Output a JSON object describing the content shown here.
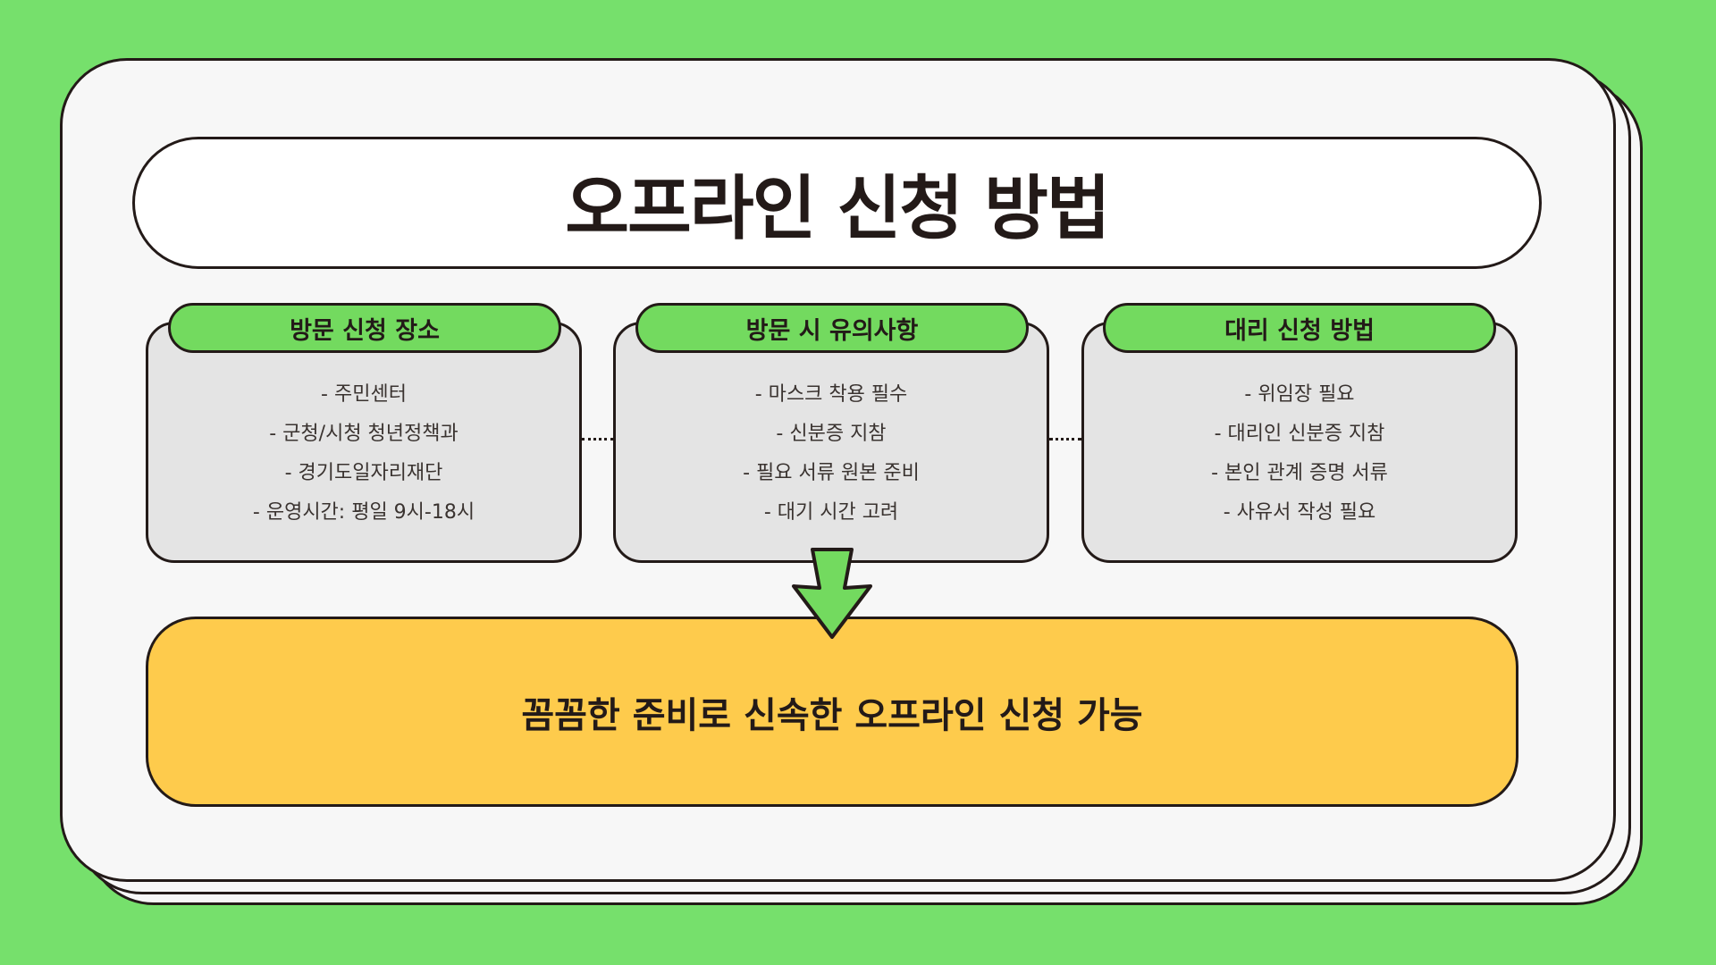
{
  "title": "오프라인 신청 방법",
  "colors": {
    "background": "#76e06c",
    "panel": "#f7f7f7",
    "card": "#e4e4e4",
    "card_header": "#73da5f",
    "result": "#fecb4c",
    "outline": "#231a18"
  },
  "cards": [
    {
      "heading": "방문 신청 장소",
      "items": [
        "- 주민센터",
        "- 군청/시청 청년정책과",
        "- 경기도일자리재단",
        "- 운영시간: 평일 9시-18시"
      ]
    },
    {
      "heading": "방문 시 유의사항",
      "items": [
        "- 마스크 착용 필수",
        "- 신분증 지참",
        "- 필요 서류 원본 준비",
        "- 대기 시간 고려"
      ]
    },
    {
      "heading": "대리 신청 방법",
      "items": [
        "- 위임장 필요",
        "- 대리인 신분증 지참",
        "- 본인 관계 증명 서류",
        "- 사유서 작성 필요"
      ]
    }
  ],
  "result": "꼼꼼한 준비로 신속한 오프라인 신청 가능",
  "icons": {
    "arrow": "down-arrow-icon"
  }
}
